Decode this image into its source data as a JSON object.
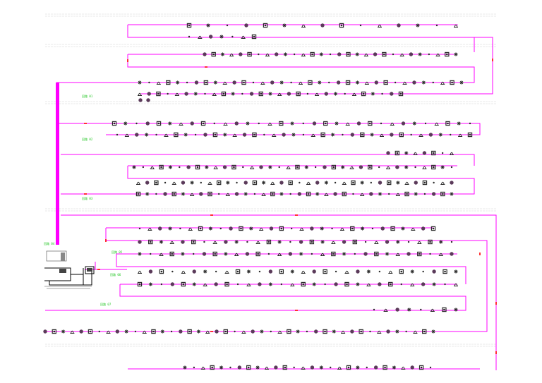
{
  "drawing": {
    "title": "",
    "colors": {
      "background": "#ffffff",
      "circuit": "#ff00ff",
      "marker": "#ff0000",
      "device": "#2a2a2a",
      "label": "#19c41a",
      "gridline": "#d3d3d3",
      "panel": "#000000"
    },
    "device_symbol_names": [
      "square-symbol",
      "circle-symbol",
      "bell-symbol",
      "dot-symbol",
      "star-symbol"
    ],
    "device_rows": [
      {
        "count": 15
      },
      {
        "count": 7
      },
      {
        "count": 29
      },
      {
        "count": 35
      },
      {
        "count": 29
      },
      {
        "count": 33
      },
      {
        "count": 37
      },
      {
        "count": 8
      },
      {
        "count": 36
      },
      {
        "count": 36
      },
      {
        "count": 36
      },
      {
        "count": 30
      },
      {
        "count": 30
      },
      {
        "count": 30
      },
      {
        "count": 30
      },
      {
        "count": 30
      },
      {
        "count": 8
      },
      {
        "count": 44
      },
      {
        "count": 28
      }
    ],
    "loop_labels": [
      {
        "id": "loop-label-1",
        "text": "回路 01"
      },
      {
        "id": "loop-label-2",
        "text": "回路 02"
      },
      {
        "id": "loop-label-3",
        "text": "回路 03"
      },
      {
        "id": "loop-label-4",
        "text": "回路 04"
      },
      {
        "id": "loop-label-5",
        "text": "回路 05"
      },
      {
        "id": "loop-label-6",
        "text": "回路 06"
      },
      {
        "id": "loop-label-7",
        "text": "回路 07"
      }
    ]
  }
}
